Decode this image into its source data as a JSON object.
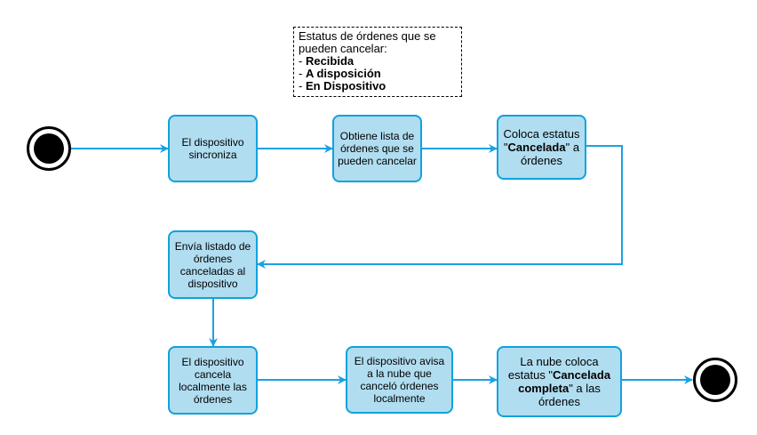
{
  "note": {
    "intro": "Estatus de órdenes que se pueden cancelar:",
    "items": [
      "Recibida",
      "A disposición",
      "En Dispositivo"
    ]
  },
  "nodes": {
    "sync": "El dispositivo sincroniza",
    "get_list": "Obtiene lista de órdenes que se pueden cancelar",
    "set_status": {
      "pre": "Coloca estatus \"",
      "bold": "Cancelada",
      "post": "\" a órdenes"
    },
    "send_list": "Envía listado de órdenes canceladas al dispositivo",
    "cancel_local": "El dispositivo cancela localmente las órdenes",
    "notify_cloud": "El dispositivo avisa a la nube que canceló órdenes localmente",
    "cloud_status": {
      "pre": "La nube coloca estatus \"",
      "bold": "Cancelada completa",
      "post": "\" a las órdenes"
    }
  },
  "colors": {
    "fill": "#b1ddf0",
    "stroke": "#10a2dc",
    "edge": "#1ba1e2"
  }
}
